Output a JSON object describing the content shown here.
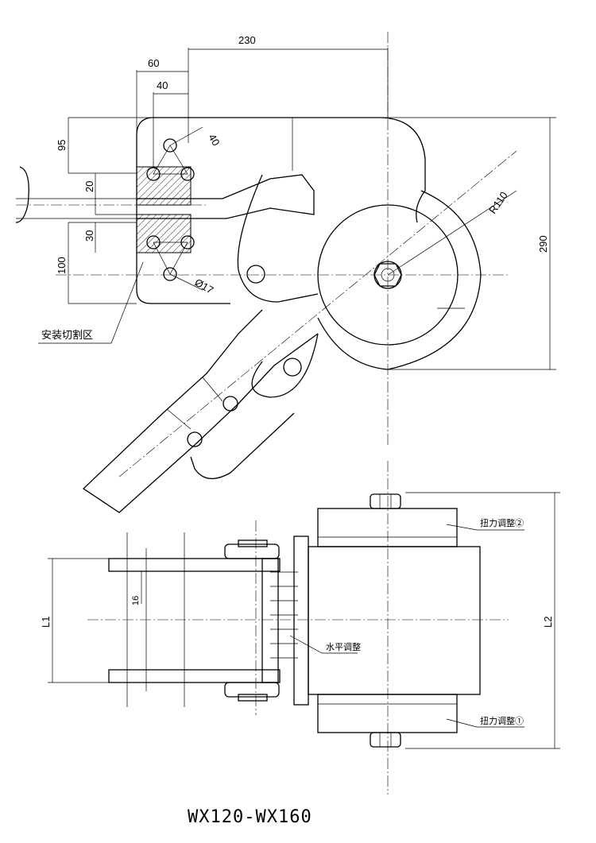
{
  "dims": {
    "d230": "230",
    "d60": "60",
    "d40a": "40",
    "d40b": "40",
    "d95": "95",
    "d20": "20",
    "d30": "30",
    "d100": "100",
    "d290": "290",
    "r110": "R110",
    "phi17": "Ø17",
    "d16": "16",
    "L1": "L1",
    "L2": "L2"
  },
  "labels": {
    "install_cut_zone": "安装切割区",
    "torque_adjust_2": "扭力调整②",
    "torque_adjust_1": "扭力调整①",
    "horizontal_adjust": "水平调整"
  },
  "title": "WX120-WX160"
}
